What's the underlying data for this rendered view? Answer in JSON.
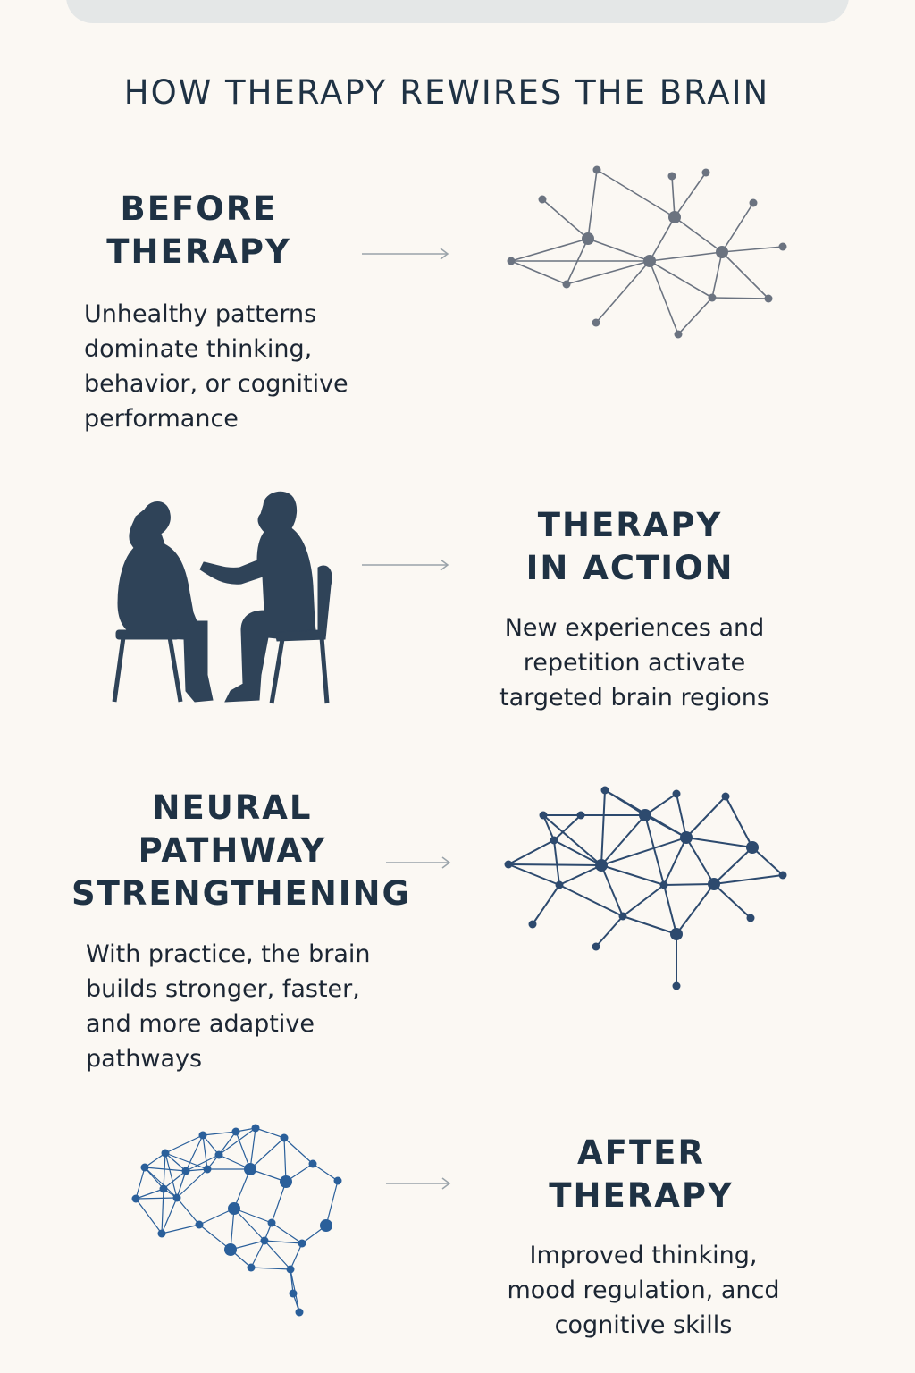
{
  "title": "HOW THERAPY REWIRES THE BRAIN",
  "sections": [
    {
      "heading_lines": [
        "BEFORE",
        "THERAPY"
      ],
      "description_lines": [
        "Unhealthy patterns",
        "dominate thinking,",
        "behavior, or cognitive",
        "performance"
      ],
      "icon": "tangled-network-icon"
    },
    {
      "heading_lines": [
        "THERAPY",
        "IN ACTION"
      ],
      "description_lines": [
        "New experiences and",
        "repetition activate",
        "targeted brain regions"
      ],
      "icon": "therapy-session-silhouette-icon"
    },
    {
      "heading_lines": [
        "NEURAL",
        "PATHWAY",
        "STRENGTHENING"
      ],
      "description_lines": [
        "With practice, the brain",
        "builds stronger, faster,",
        "and more adaptive",
        "pathways"
      ],
      "icon": "connected-network-icon"
    },
    {
      "heading_lines": [
        "AFTER",
        "THERAPY"
      ],
      "description_lines": [
        "Improved thinking,",
        "mood regulation, ancd",
        "cognitive skills"
      ],
      "icon": "brain-network-icon"
    }
  ],
  "colors": {
    "background": "#fbf8f3",
    "text": "#1f3244",
    "network_gray": "#6b7380",
    "network_blue": "#2d4a6e",
    "brain_blue": "#2a5f9a",
    "silhouette": "#2f4358",
    "arrow": "#9aa3aa"
  }
}
